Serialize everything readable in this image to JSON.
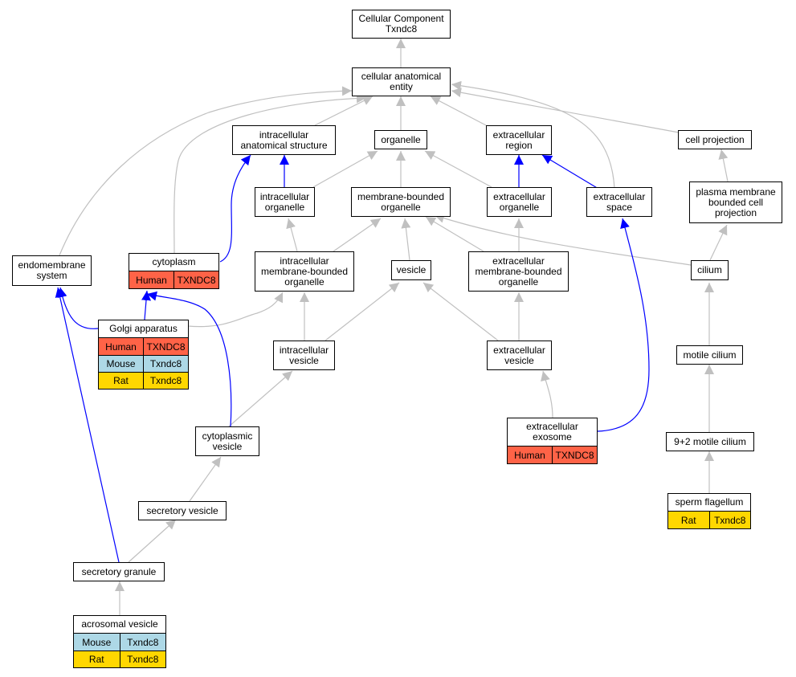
{
  "colors": {
    "human": "#ff6347",
    "mouse": "#add8e6",
    "rat": "#ffd700",
    "edge_gray": "#c0c0c0",
    "edge_blue": "#0000ff"
  },
  "nodes": {
    "root": "Cellular Component\nTxndc8",
    "cae": "cellular anatomical\nentity",
    "ias": "intracellular\nanatomical structure",
    "organelle": "organelle",
    "extra_region": "extracellular\nregion",
    "cell_projection": "cell projection",
    "intra_organelle": "intracellular\norganelle",
    "mbo": "membrane-bounded\norganelle",
    "extra_organelle": "extracellular\norganelle",
    "extra_space": "extracellular\nspace",
    "pmbcp": "plasma membrane\nbounded cell\nprojection",
    "endomembrane": "endomembrane\nsystem",
    "imbo": "intracellular\nmembrane-bounded\norganelle",
    "vesicle": "vesicle",
    "embo": "extracellular\nmembrane-bounded\norganelle",
    "cilium": "cilium",
    "intra_vesicle": "intracellular\nvesicle",
    "extra_vesicle": "extracellular\nvesicle",
    "motile_cilium": "motile cilium",
    "cyto_vesicle": "cytoplasmic\nvesicle",
    "nine_two": "9+2 motile cilium",
    "secretory_vesicle": "secretory vesicle",
    "secretory_granule": "secretory granule"
  },
  "gene_nodes": {
    "cytoplasm": {
      "title": "cytoplasm",
      "rows": [
        [
          "Human",
          "TXNDC8"
        ]
      ]
    },
    "golgi": {
      "title": "Golgi apparatus",
      "rows": [
        [
          "Human",
          "TXNDC8"
        ],
        [
          "Mouse",
          "Txndc8"
        ],
        [
          "Rat",
          "Txndc8"
        ]
      ]
    },
    "exosome": {
      "title": "extracellular\nexosome",
      "rows": [
        [
          "Human",
          "TXNDC8"
        ]
      ]
    },
    "sperm": {
      "title": "sperm flagellum",
      "rows": [
        [
          "Rat",
          "Txndc8"
        ]
      ]
    },
    "acrosomal": {
      "title": "acrosomal vesicle",
      "rows": [
        [
          "Mouse",
          "Txndc8"
        ],
        [
          "Rat",
          "Txndc8"
        ]
      ]
    }
  }
}
